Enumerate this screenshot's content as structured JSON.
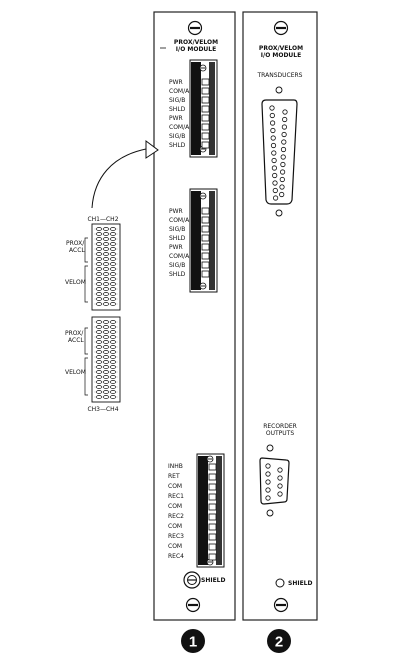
{
  "module1": {
    "title_line1": "PROX/VELOM",
    "title_line2": "I/O MODULE",
    "block1_labels": [
      "PWR",
      "COM/A",
      "SIG/B",
      "SHLD",
      "PWR",
      "COM/A",
      "SIG/B",
      "SHLD"
    ],
    "block2_labels": [
      "PWR",
      "COM/A",
      "SIG/B",
      "SHLD",
      "PWR",
      "COM/A",
      "SIG/B",
      "SHLD"
    ],
    "block3_labels": [
      "INHB",
      "RET",
      "COM",
      "REC1",
      "COM",
      "REC2",
      "COM",
      "REC3",
      "COM",
      "REC4"
    ],
    "shield_label": "SHIELD",
    "badge": "1"
  },
  "module2": {
    "title_line1": "PROX/VELOM",
    "title_line2": "I/O MODULE",
    "transducers_label": "TRANSDUCERS",
    "recorder_line1": "RECORDER",
    "recorder_line2": "OUTPUTS",
    "shield_label": "SHIELD",
    "badge": "2"
  },
  "plug_top": {
    "title": "CH1—CH2",
    "label1_line1": "PROX/",
    "label1_line2": "ACCL",
    "label2": "VELOM"
  },
  "plug_bottom": {
    "title": "CH3—CH4",
    "label1_line1": "PROX/",
    "label1_line2": "ACCL",
    "label2": "VELOM"
  }
}
